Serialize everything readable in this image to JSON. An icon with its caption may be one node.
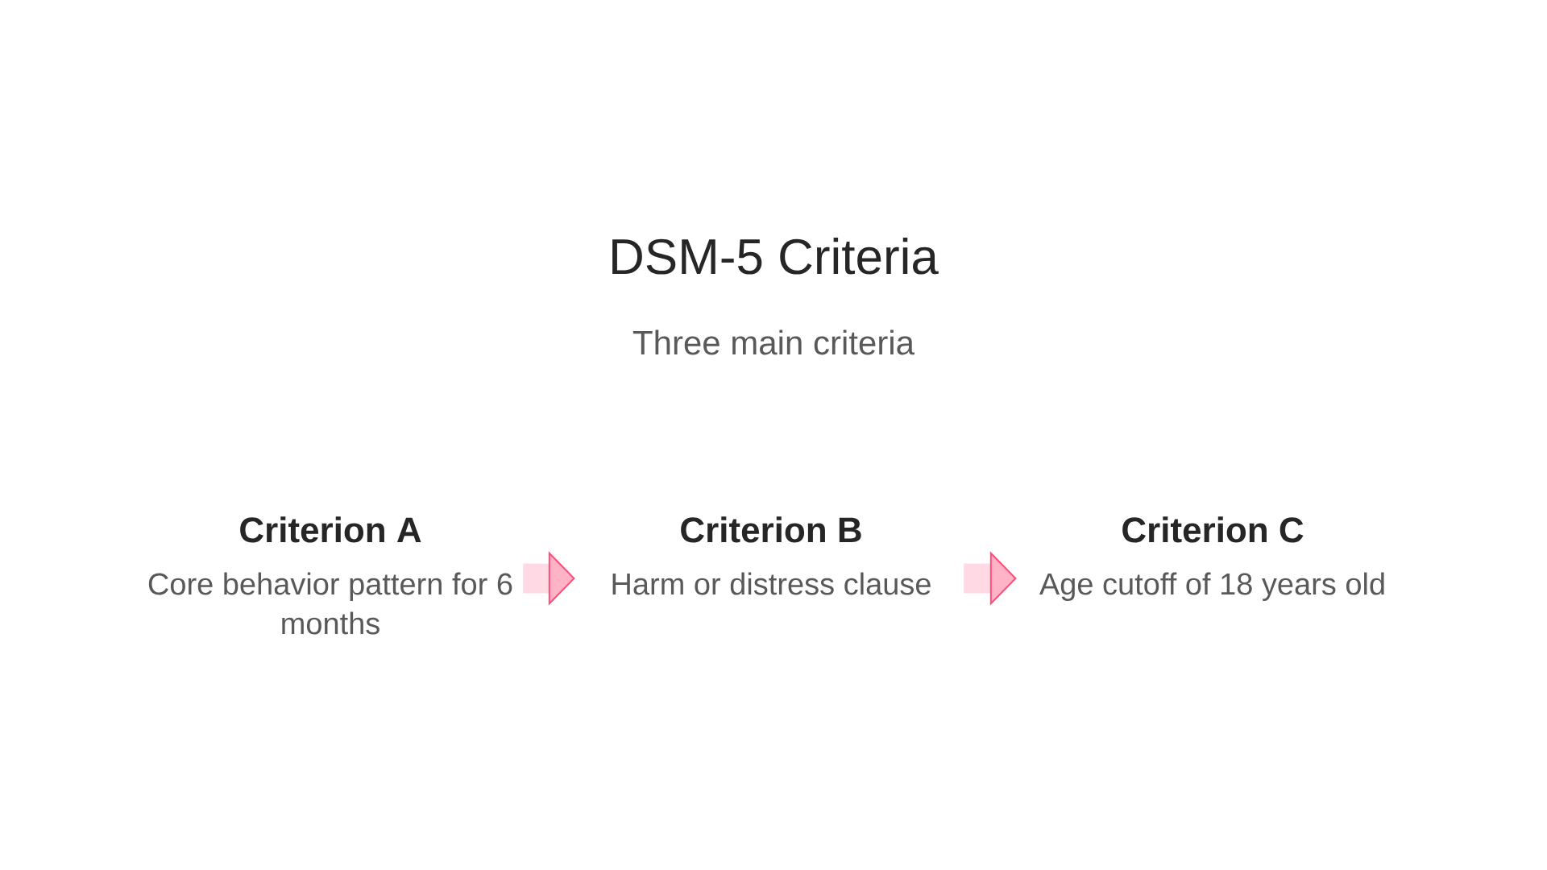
{
  "diagram": {
    "title": "DSM-5 Criteria",
    "nodes": [
      {
        "text": [
          "Criterion A",
          "Core behavior pattern for 6 months"
        ]
      },
      {
        "text": [
          "Criterion B",
          "Harm or distress clause"
        ]
      },
      {
        "text": [
          "Criterion C",
          "Age cutoff of 18 years old"
        ]
      }
    ],
    "edges": [
      {
        "from": 0,
        "to": 1,
        "arrow": "to"
      },
      {
        "from": 1,
        "to": 2,
        "arrow": "to"
      }
    ],
    "labels": [
      "Three main criteria"
    ]
  }
}
